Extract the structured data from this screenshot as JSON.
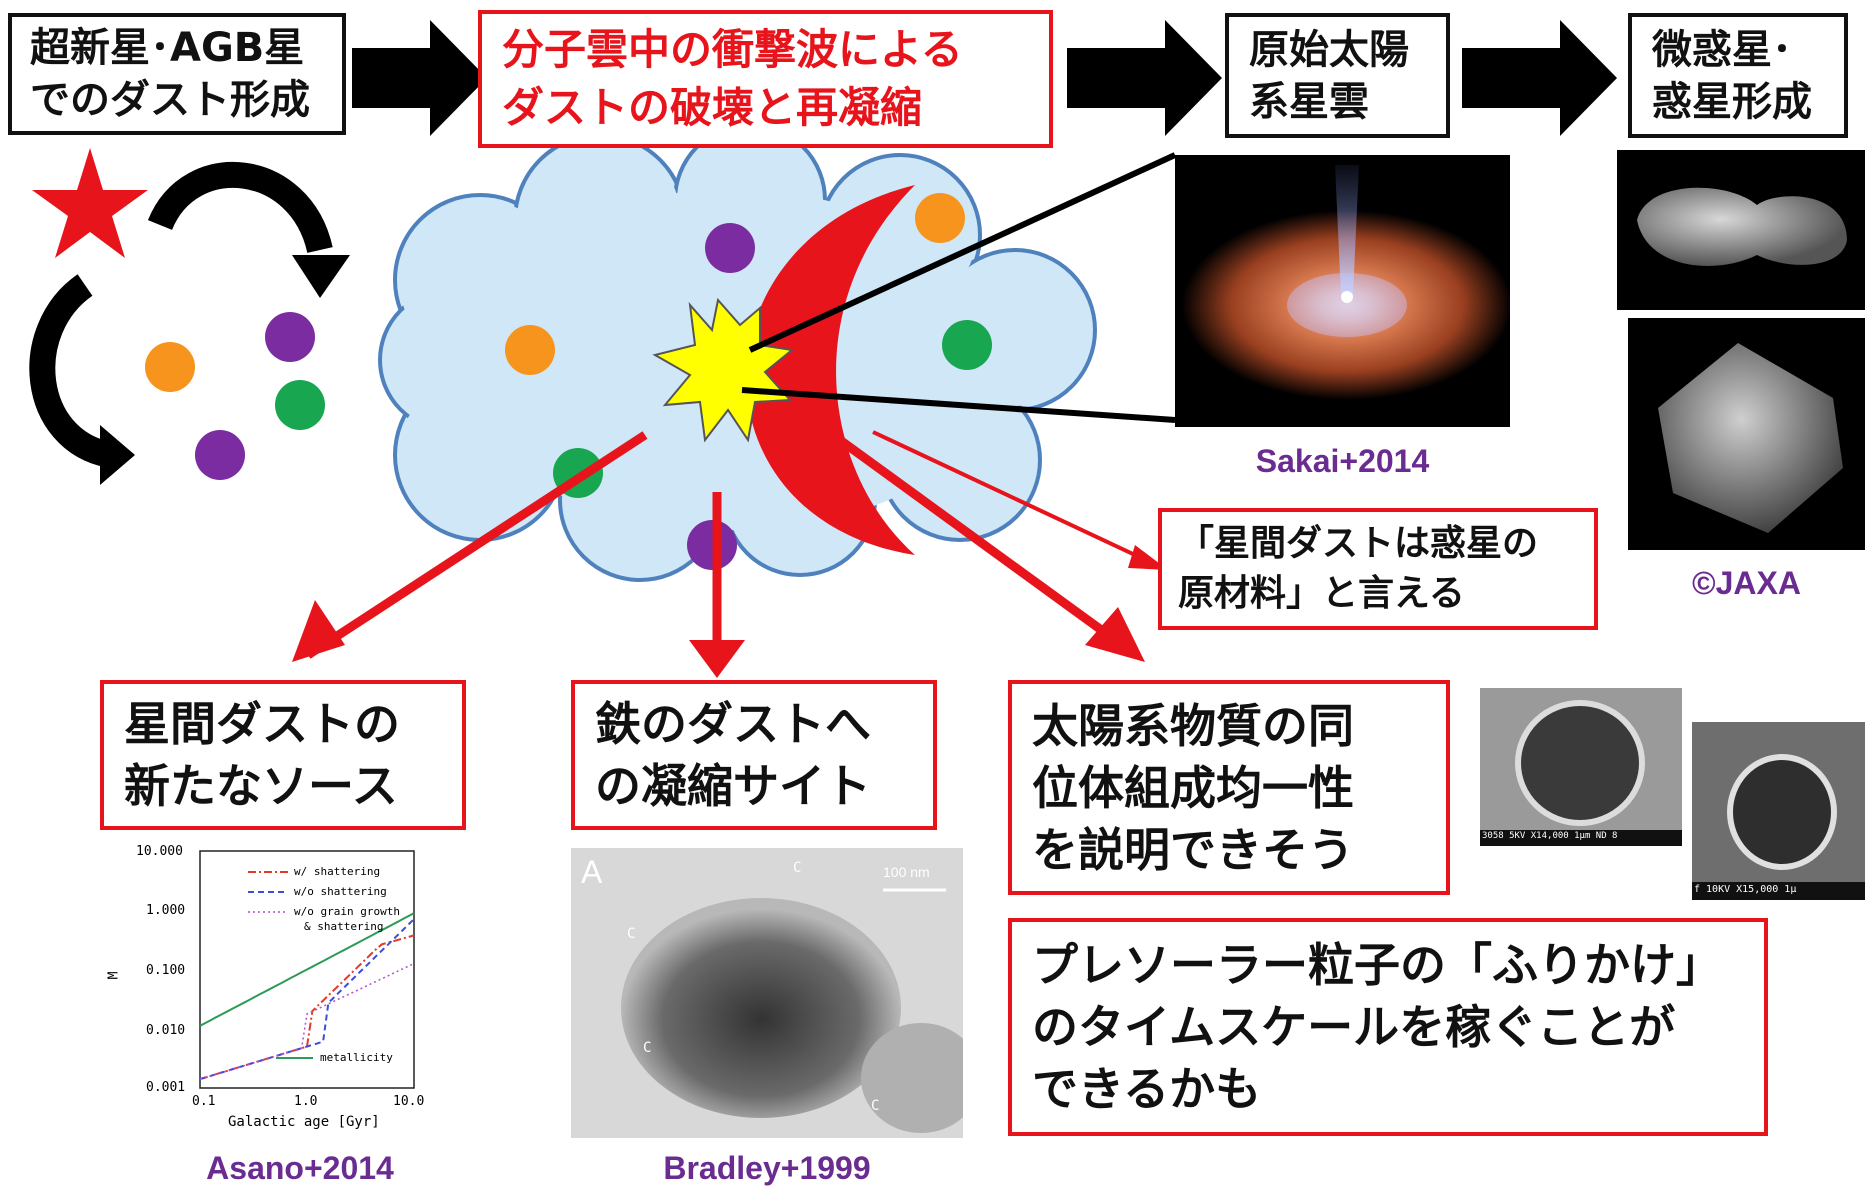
{
  "flow_steps": [
    {
      "lines": [
        "超新星･AGB星",
        "でのダスト形成"
      ]
    },
    {
      "lines": [
        "分子雲中の衝撃波による",
        "ダストの破壊と再凝縮"
      ]
    },
    {
      "lines": [
        "原始太陽",
        "系星雲"
      ]
    },
    {
      "lines": [
        "微惑星･",
        "惑星形成"
      ]
    }
  ],
  "claim": {
    "lines": [
      "「星間ダストは惑星の",
      "原材料」と言える"
    ]
  },
  "outcomes": [
    {
      "lines": [
        "星間ダストの",
        "新たなソース"
      ]
    },
    {
      "lines": [
        "鉄のダストへ",
        "の凝縮サイト"
      ]
    },
    {
      "lines": [
        "太陽系物質の同",
        "位体組成均一性",
        "を説明できそう"
      ]
    },
    {
      "lines": [
        "プレソーラー粒子の「ふりかけ」",
        "のタイムスケールを稼ぐことが",
        "できるかも"
      ]
    }
  ],
  "credits": {
    "sakai": "Sakai+2014",
    "jaxa": "©JAXA",
    "asano": "Asano+2014",
    "bradley": "Bradley+1999"
  },
  "asano_plot": {
    "ylabel": "M",
    "yticks": [
      "10.000",
      "1.000",
      "0.100",
      "0.010",
      "0.001"
    ],
    "xticks": [
      "0.1",
      "1.0",
      "10.0"
    ],
    "xlabel": "Galactic age [Gyr]",
    "legend": [
      "w/ shattering",
      "w/o shattering",
      "w/o grain growth",
      "& shattering"
    ],
    "metallicity_label": "metallicity",
    "series_colors": [
      "#e23a2a",
      "#3a4fd6",
      "#b04fcf",
      "#2e9a58"
    ]
  },
  "tem_image": {
    "panel_letter": "A",
    "scale_label": "100 nm",
    "marker": "C"
  },
  "sem_images": {
    "left_caption": "3058  5KV  X14,000   1μm ND 8",
    "right_caption": "f  10KV  X15,000    1μ"
  },
  "colors": {
    "red": "#e8141c",
    "purple": "#6b2c91",
    "cloud": "#cfe7f7",
    "orange": "#f7941d",
    "green": "#18a650",
    "violet": "#7a2ca0",
    "yellow": "#ffff00"
  }
}
